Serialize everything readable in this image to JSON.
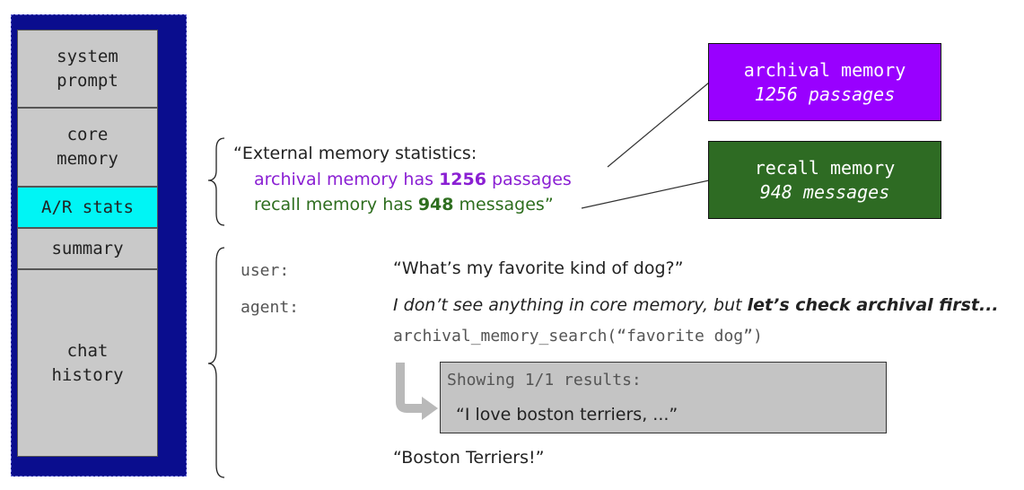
{
  "context_window": {
    "segments": [
      {
        "id": "system",
        "label": "system\nprompt"
      },
      {
        "id": "core",
        "label": "core\nmemory"
      },
      {
        "id": "ar",
        "label": "A/R stats"
      },
      {
        "id": "summary",
        "label": "summary"
      },
      {
        "id": "chat",
        "label": "chat\nhistory"
      }
    ]
  },
  "stats": {
    "line1": "“External memory statistics:",
    "archival": {
      "pre": "archival memory has ",
      "num": "1256",
      "post": " passages"
    },
    "recall": {
      "pre": "recall memory has ",
      "num": "948",
      "post": " messages”"
    }
  },
  "archival_box": {
    "title": "archival memory",
    "sub": "1256 passages",
    "color": "#9900ff"
  },
  "recall_box": {
    "title": "recall memory",
    "sub": "948 messages",
    "color": "#2e6b23"
  },
  "conversation": {
    "user_label": "user:",
    "user_text": "“What’s my favorite kind of dog?”",
    "agent_label": "agent:",
    "agent_thought": "I don’t see anything in core memory, but ",
    "agent_thought_bold": "let’s check archival first...",
    "function_call": "archival_memory_search(“favorite dog”)",
    "result_header": "Showing 1/1 results:",
    "result_text": "“I love boston terriers, ...”",
    "final_reply": "“Boston Terriers!”"
  }
}
